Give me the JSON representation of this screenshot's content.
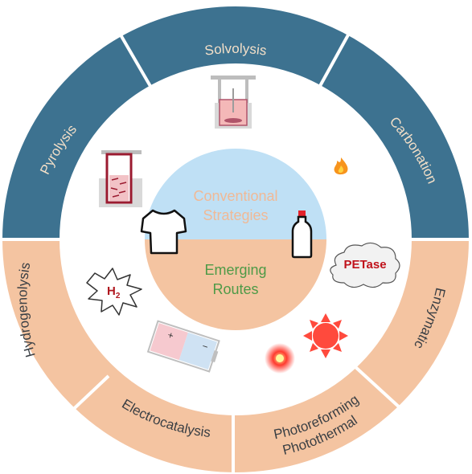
{
  "diagram": {
    "outer_ring_top": {
      "color": "#3d7290",
      "segments": [
        "Solvolysis",
        "Carbonation",
        "Pyrolysis"
      ]
    },
    "outer_ring_bottom": {
      "color": "#f4c4a1",
      "segments": [
        "Enzymatic",
        "Photothermal",
        "Photoreforming",
        "Electrocatalysis",
        "Hydrogenolysis"
      ]
    },
    "center": {
      "top_color": "#bfe0f5",
      "bottom_color": "#f4c4a1",
      "top_lines": [
        "Conventional",
        "Strategies"
      ],
      "bottom_lines": [
        "Emerging",
        "Routes"
      ]
    },
    "icons": {
      "h2_label": "H",
      "h2_subscript": "2",
      "petase_label": "PETase",
      "battery_plus": "+",
      "battery_minus": "−"
    }
  }
}
